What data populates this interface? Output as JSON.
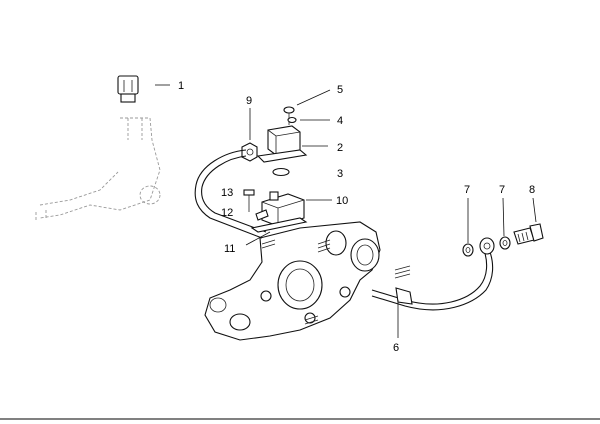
{
  "diagram": {
    "callouts": [
      "1",
      "2",
      "3",
      "4",
      "5",
      "6",
      "7",
      "7",
      "8",
      "9",
      "10",
      "11",
      "12",
      "13"
    ]
  },
  "colors": {
    "line": "#111111",
    "ghost": "#999999",
    "background": "#ffffff"
  }
}
